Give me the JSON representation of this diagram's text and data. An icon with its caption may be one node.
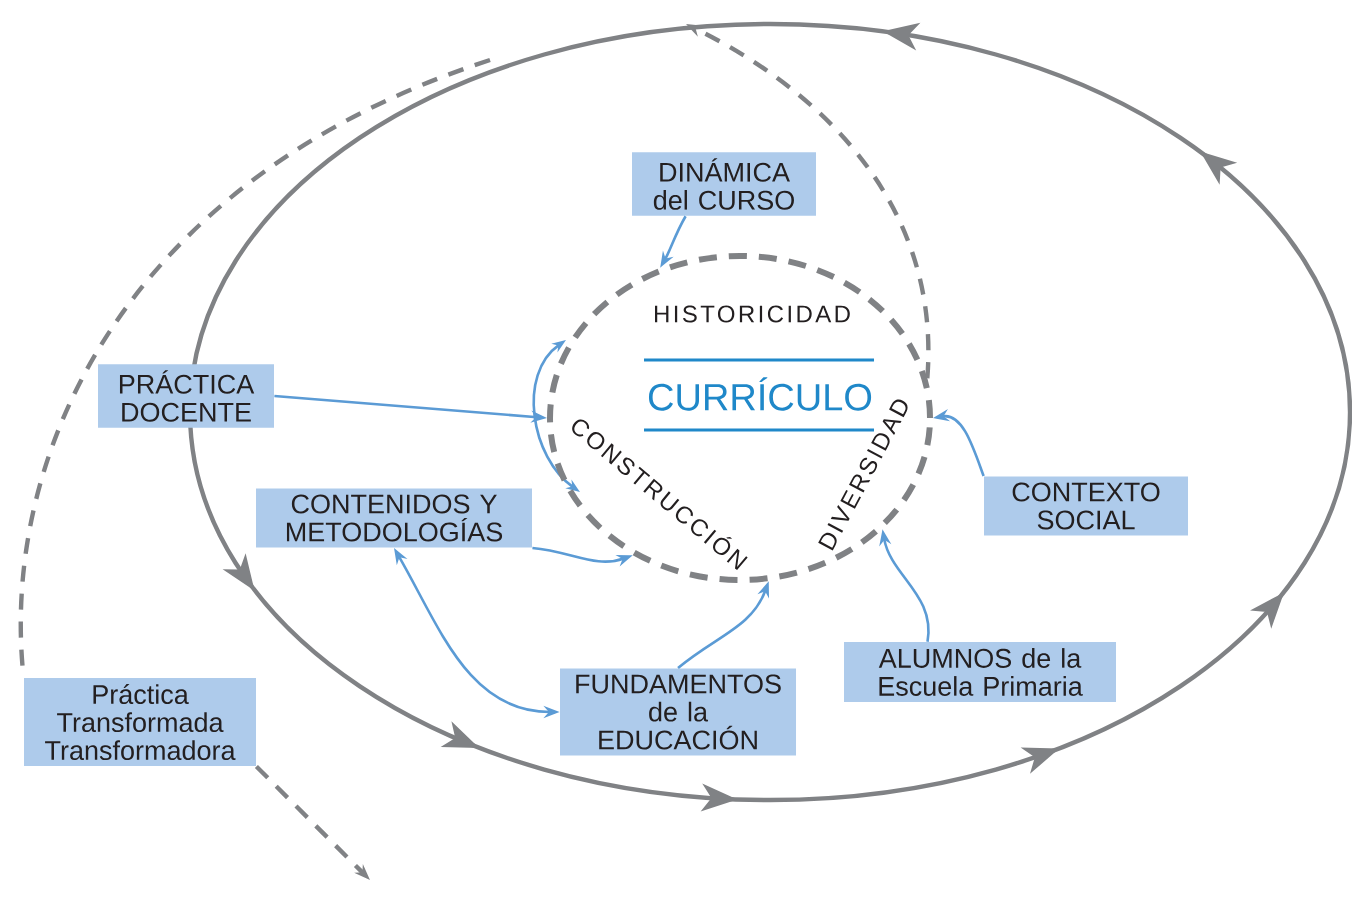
{
  "diagram": {
    "nodes": [
      {
        "text": [
          "HISTORICIDAD",
          "CURRÍCULO",
          "CONSTRUCCIÓN",
          "DIVERSIDAD"
        ]
      },
      {
        "text": [
          "DINÁMICA del CURSO"
        ]
      },
      {
        "text": [
          "PRÁCTICA DOCENTE"
        ]
      },
      {
        "text": [
          "CONTENIDOS Y METODOLOGÍAS"
        ]
      },
      {
        "text": [
          "CONTEXTO SOCIAL"
        ]
      },
      {
        "text": [
          "FUNDAMENTOS de la EDUCACIÓN"
        ]
      },
      {
        "text": [
          "ALUMNOS de la Escuela Primaria"
        ]
      },
      {
        "text": [
          "Práctica Transformada Transformadora"
        ]
      }
    ],
    "edges": [
      {
        "from": 1,
        "to": 0,
        "arrow": "to"
      },
      {
        "from": 2,
        "to": 0,
        "arrow": "to"
      },
      {
        "from": 3,
        "to": 0,
        "arrow": "to"
      },
      {
        "from": 4,
        "to": 0,
        "arrow": "to"
      },
      {
        "from": 5,
        "to": 0,
        "arrow": "to"
      },
      {
        "from": 6,
        "to": 0,
        "arrow": "to"
      },
      {
        "from": 3,
        "to": 5,
        "arrow": "both"
      },
      {
        "from": 0,
        "to": null,
        "arrow": "to",
        "style": "dashed",
        "color": "#808285"
      },
      {
        "from": null,
        "to": 7,
        "arrow": "none",
        "style": "dashed",
        "color": "#808285"
      },
      {
        "from": 7,
        "to": null,
        "arrow": "to",
        "style": "dashed",
        "color": "#808285"
      }
    ]
  }
}
